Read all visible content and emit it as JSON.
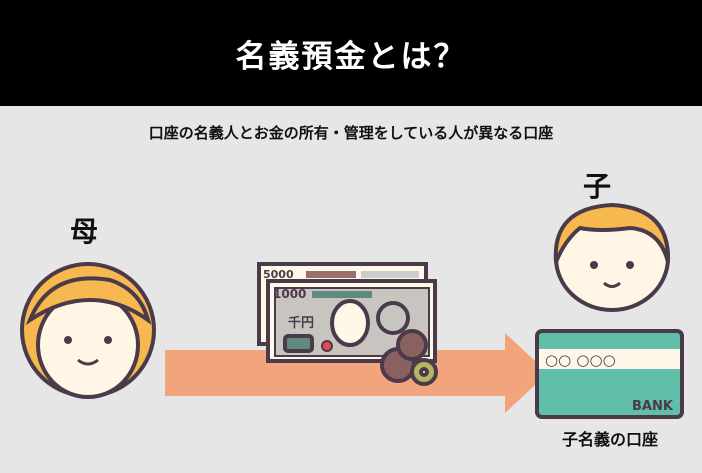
{
  "header": {
    "title": "名義預金とは？"
  },
  "subtitle": "口座の名義人とお金の所有・管理をしている人が異なる口座",
  "mother": {
    "label": "母"
  },
  "child": {
    "label": "子"
  },
  "money": {
    "bill_back": "5000",
    "bill_front": "1000",
    "bill_text": "千円"
  },
  "card": {
    "number": "○○ ○○○",
    "brand": "BANK",
    "caption": "子名義の口座"
  },
  "colors": {
    "header": "#000000",
    "background": "#e6e6e6",
    "arrow": "#f2a57c",
    "hair": "#f7b84f",
    "card": "#5fbfa8",
    "outline": "#4a3a4a"
  }
}
